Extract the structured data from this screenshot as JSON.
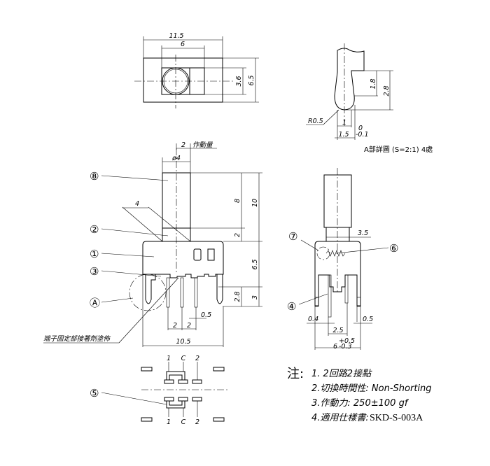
{
  "top_view": {
    "dim_total_width": "11.5",
    "dim_slot_width": "6",
    "dim_slot_height": "3.6",
    "dim_total_height": "6.5"
  },
  "detail_a": {
    "dim_1": "1.8",
    "dim_2": "2.8",
    "dim_radius": "R0.5",
    "dim_3": "1",
    "dim_4": "1.5",
    "tol_upper": "0",
    "tol_lower": "-0.1",
    "caption": "A部詳圖 (S=2:1) 4處"
  },
  "front_view": {
    "dim_travel": "2",
    "travel_label": "作動量",
    "dim_dia": "ø4",
    "dim_4": "4",
    "dim_8": "8",
    "dim_10": "10",
    "dim_2": "2",
    "dim_6_5": "6.5",
    "dim_2_8": "2.8",
    "dim_3": "3",
    "dim_0_5": "0.5",
    "dim_pitch_1": "2",
    "dim_pitch_2": "2",
    "dim_10_5": "10.5",
    "adhesive_note": "端子固定部接著劑塗佈",
    "callouts": [
      "⑧",
      "②",
      "①",
      "③",
      "Ⓐ"
    ]
  },
  "side_view": {
    "dim_3_5": "3.5",
    "dim_0_4": "0.4",
    "dim_0_5": "0.5",
    "dim_2_5": "2.5",
    "dim_6": "6",
    "tol_upper": "+0.5",
    "tol_lower": "-0.3",
    "callouts": [
      "⑦",
      "⑥",
      "④"
    ]
  },
  "footprint": {
    "pin_labels": [
      "1",
      "C",
      "2"
    ],
    "callout": "⑤"
  },
  "notes": {
    "head": "注:",
    "items": [
      "1.  2回路2接點",
      "2.切換時間性: Non-Shorting",
      "3.作動力: 250±100  gf"
    ],
    "item4_prefix": "4.適用仕樣書:",
    "item4_value": "SKD-S-003A"
  }
}
